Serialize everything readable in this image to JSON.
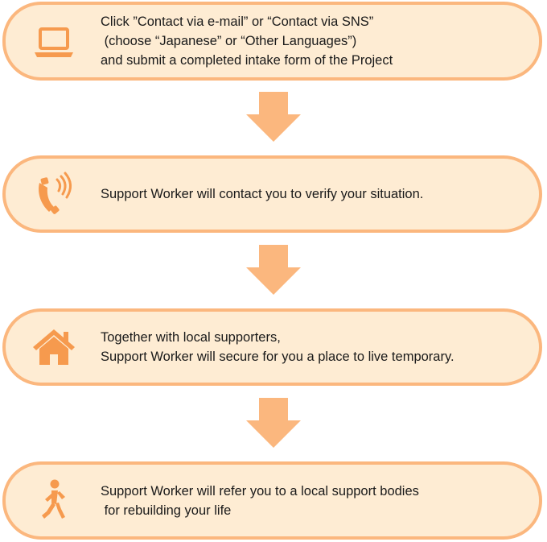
{
  "colors": {
    "box_fill": "#feecd3",
    "box_border": "#fbb77e",
    "icon": "#f69a4e",
    "arrow": "#fbb77e",
    "text": "#1a1a1a"
  },
  "steps": [
    {
      "icon": "laptop-icon",
      "lines": [
        "Click ”Contact via e-mail” or “Contact via SNS”",
        " (choose “Japanese” or “Other Languages”)",
        "and submit a completed intake form of the Project"
      ]
    },
    {
      "icon": "phone-icon",
      "lines": [
        "Support Worker will contact you to verify your situation."
      ]
    },
    {
      "icon": "house-icon",
      "lines": [
        "Together with local supporters,",
        "Support Worker will secure for you a place to live temporary."
      ]
    },
    {
      "icon": "walking-person-icon",
      "lines": [
        "Support Worker will refer you to a local support bodies",
        " for rebuilding your life"
      ]
    }
  ]
}
